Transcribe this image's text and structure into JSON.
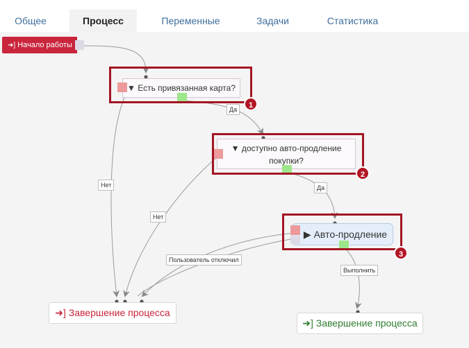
{
  "tabs": [
    {
      "label": "Общее"
    },
    {
      "label": "Процесс"
    },
    {
      "label": "Переменные"
    },
    {
      "label": "Задачи"
    },
    {
      "label": "Статистика"
    }
  ],
  "active_tab": "Процесс",
  "nodes": {
    "start": {
      "label": "Начало работы",
      "icon": "sign-in-icon"
    },
    "condition1": {
      "label": "Есть привязанная карта?",
      "icon": "filter-icon"
    },
    "condition2": {
      "label": "доступно авто-продление покупки?",
      "icon": "filter-icon"
    },
    "action": {
      "label": "Авто-продление",
      "icon": "play-icon"
    },
    "end_fail": {
      "label": "Завершение процесса",
      "icon": "sign-out-icon",
      "color": "#c9253c"
    },
    "end_success": {
      "label": "Завершение процесса",
      "icon": "sign-out-icon",
      "color": "#2f7d2f"
    }
  },
  "edge_labels": {
    "yes1": "Да",
    "no1": "Нет",
    "yes2": "Да",
    "no2": "Нет",
    "user_disabled": "Пользователь отключил",
    "done": "Выполнить"
  },
  "badges": [
    "1",
    "2",
    "3"
  ],
  "colors": {
    "highlight": "#a31522",
    "start_bg": "#c9253c",
    "action_bg": "#e4eefa",
    "tab_link": "#3e6f9e"
  }
}
